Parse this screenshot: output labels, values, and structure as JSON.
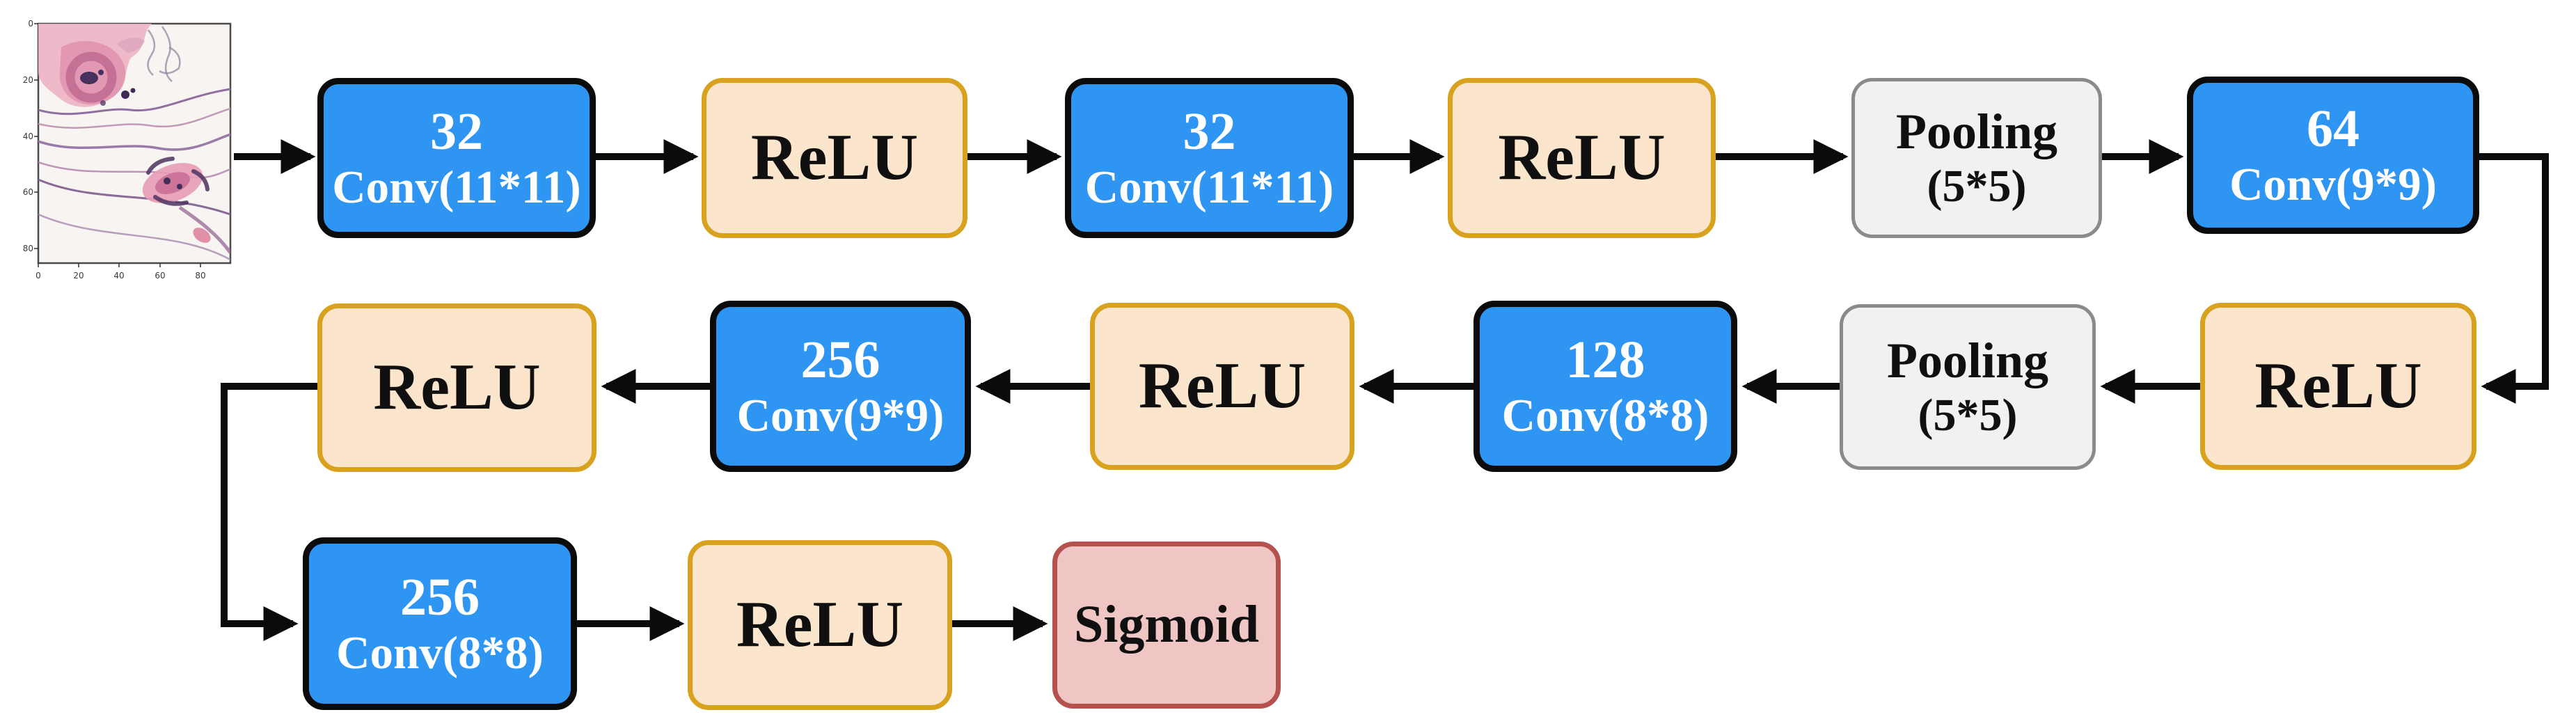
{
  "diagram_type": "cnn-architecture-flowchart",
  "input_panel": {
    "description": "histopathology tissue sample plot",
    "x_ticks": [
      "0",
      "20",
      "40",
      "60",
      "80"
    ],
    "y_ticks": [
      "0",
      "20",
      "40",
      "60",
      "80"
    ]
  },
  "nodes": [
    {
      "id": "conv-32-11x11-a",
      "line1": "32",
      "line2": "Conv(11*11)",
      "kind": "conv"
    },
    {
      "id": "relu-1",
      "line1": "ReLU",
      "kind": "relu"
    },
    {
      "id": "conv-32-11x11-b",
      "line1": "32",
      "line2": "Conv(11*11)",
      "kind": "conv"
    },
    {
      "id": "relu-2",
      "line1": "ReLU",
      "kind": "relu"
    },
    {
      "id": "pooling-5x5-a",
      "line1": "Pooling",
      "line2": "(5*5)",
      "kind": "pool"
    },
    {
      "id": "conv-64-9x9",
      "line1": "64",
      "line2": "Conv(9*9)",
      "kind": "conv"
    },
    {
      "id": "relu-3",
      "line1": "ReLU",
      "kind": "relu"
    },
    {
      "id": "pooling-5x5-b",
      "line1": "Pooling",
      "line2": "(5*5)",
      "kind": "pool"
    },
    {
      "id": "conv-128-8x8",
      "line1": "128",
      "line2": "Conv(8*8)",
      "kind": "conv"
    },
    {
      "id": "relu-4",
      "line1": "ReLU",
      "kind": "relu"
    },
    {
      "id": "conv-256-9x9",
      "line1": "256",
      "line2": "Conv(9*9)",
      "kind": "conv"
    },
    {
      "id": "relu-5",
      "line1": "ReLU",
      "kind": "relu"
    },
    {
      "id": "conv-256-8x8",
      "line1": "256",
      "line2": "Conv(8*8)",
      "kind": "conv"
    },
    {
      "id": "relu-6",
      "line1": "ReLU",
      "kind": "relu"
    },
    {
      "id": "sigmoid",
      "line1": "Sigmoid",
      "kind": "sigmoid"
    }
  ],
  "colors": {
    "conv_fill": "#2E95F2",
    "conv_border": "#0B0B0B",
    "relu_fill": "#FBE5CC",
    "relu_border": "#D8A21F",
    "pool_fill": "#F1F1F1",
    "pool_border": "#8A8A8A",
    "sigmoid_fill": "#F0C6C4",
    "sigmoid_border": "#B5524E",
    "arrow": "#0B0B0B"
  }
}
